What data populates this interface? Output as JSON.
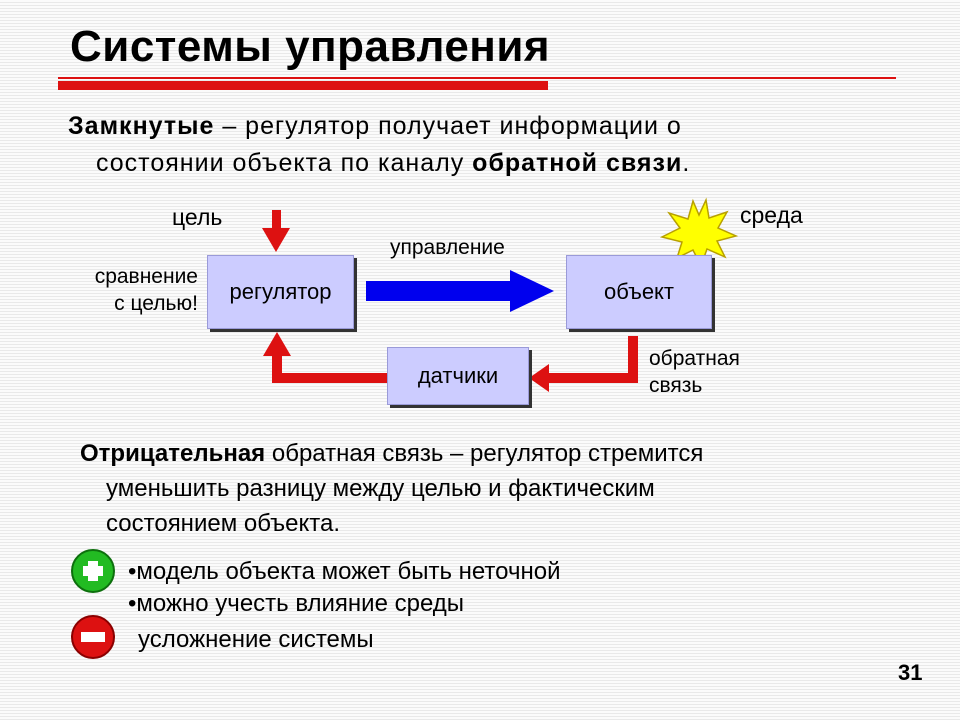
{
  "title": "Системы управления",
  "intro": {
    "term": "Замкнутые",
    "text_a": " – регулятор получает информации о",
    "text_b": "состоянии объекта по каналу ",
    "term2": "обратной связи",
    "end": "."
  },
  "diagram": {
    "goal_label": "цель",
    "env_label": "среда",
    "compare_line1": "сравнение",
    "compare_line2": "с целью!",
    "control_label": "управление",
    "feedback_line1": "обратная",
    "feedback_line2": "связь",
    "regulator": "регулятор",
    "object": "объект",
    "sensors": "датчики"
  },
  "negative": {
    "term": "Отрицательная",
    "text_a": " обратная связь – регулятор стремится",
    "text_b": "уменьшить разницу между целью и фактическим",
    "text_c": "состоянием объекта."
  },
  "pros": [
    "модель объекта может быть неточной",
    "можно учесть влияние среды"
  ],
  "cons": "усложнение системы",
  "page_number": "31",
  "colors": {
    "accent_red": "#dd1111",
    "arrow_blue": "#0000ee",
    "box_fill": "#ccccff",
    "plus_green": "#22bb22"
  }
}
